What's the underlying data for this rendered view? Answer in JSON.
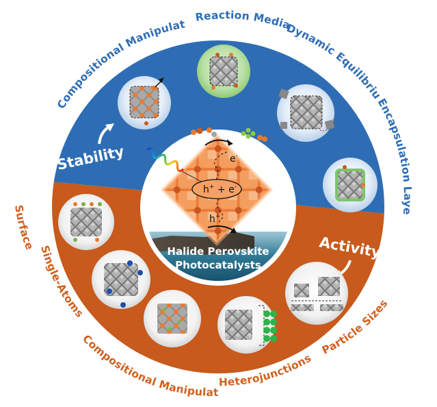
{
  "center": {
    "title_line1": "Halide Perovskite",
    "title_line2": "Photocatalysts",
    "electron": "e",
    "hole": "h",
    "pair_h": "h",
    "pair_plus": " + ",
    "pair_e": "e",
    "sup_minus": "-",
    "sup_plus": "+"
  },
  "sections": {
    "stability": {
      "label": "Stability",
      "color": "#2e6db4",
      "items": {
        "compositional": "Compositional Manipulation",
        "reaction_media": "Reaction Media",
        "dynamic_equilibrium": "Dynamic Equilibrium",
        "encapsulation": "Encapsulation Layers"
      }
    },
    "activity": {
      "label": "Activity",
      "color": "#c75a1c",
      "items": {
        "surface": "Surface",
        "single_atoms": "Single-Atoms",
        "compositional": "Compositional Manipulation",
        "heterojunctions": "Heterojunctions",
        "particle_sizes": "Particle Sizes"
      }
    }
  }
}
